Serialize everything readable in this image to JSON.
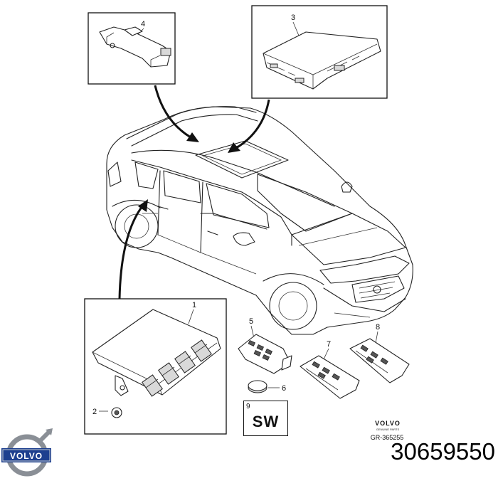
{
  "callouts": {
    "c1": "1",
    "c2": "2",
    "c3": "3",
    "c4": "4",
    "c5": "5",
    "c6": "6",
    "c7": "7",
    "c8": "8",
    "c9": "9"
  },
  "software_label": "SW",
  "brand": {
    "name": "VOLVO",
    "subtitle": "GENUINE PARTS",
    "diagram_code": "GR-365255",
    "logo_text": "VOLVO"
  },
  "part_number": "30659550",
  "colors": {
    "line": "#111111",
    "background": "#ffffff",
    "logo_blue": "#1d3f8f",
    "logo_steel": "#8a8f96"
  }
}
